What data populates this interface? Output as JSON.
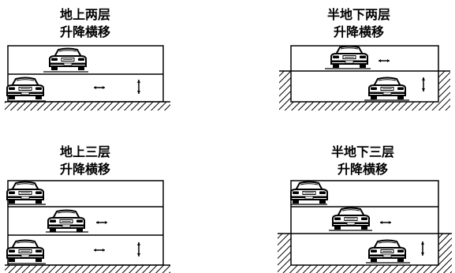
{
  "panels": [
    {
      "title_line1": "地上两层",
      "title_line2": "升降横移"
    },
    {
      "title_line1": "半地下两层",
      "title_line2": "升降横移"
    },
    {
      "title_line1": "地上三层",
      "title_line2": "升降横移"
    },
    {
      "title_line1": "半地下三层",
      "title_line2": "升降横移"
    }
  ],
  "colors": {
    "ink": "#000000",
    "background": "#ffffff"
  }
}
